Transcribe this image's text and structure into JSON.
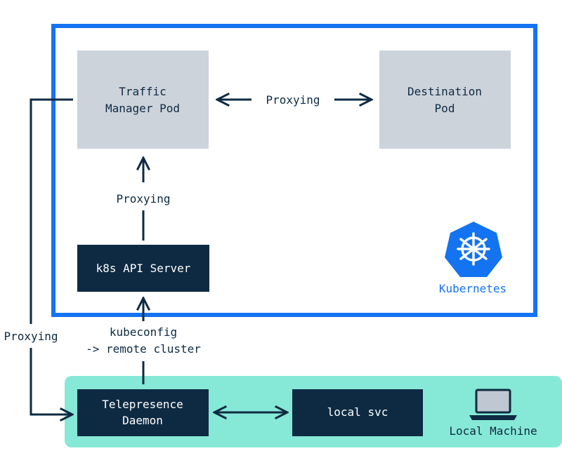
{
  "colors": {
    "k8s_blue": "#1473f0",
    "dark_navy": "#0e2a42",
    "pod_gray": "#cdd3db",
    "local_teal": "#86e8d6",
    "white": "#ffffff"
  },
  "cluster": {
    "label": "Kubernetes",
    "logo_icon": "kubernetes-helm-wheel-icon"
  },
  "nodes": {
    "traffic_manager": {
      "line1": "Traffic",
      "line2": "Manager Pod"
    },
    "destination": {
      "line1": "Destination",
      "line2": "Pod"
    },
    "api_server": {
      "label": "k8s API Server"
    },
    "daemon": {
      "line1": "Telepresence",
      "line2": "Daemon"
    },
    "local_svc": {
      "label": "local svc"
    }
  },
  "local_machine": {
    "label": "Local Machine",
    "icon": "laptop-icon"
  },
  "edges": {
    "tm_to_dest": "Proxying",
    "api_to_tm": "Proxying",
    "daemon_to_tm": "Proxying",
    "daemon_to_api_line1": "kubeconfig",
    "daemon_to_api_line2": "-> remote cluster"
  }
}
